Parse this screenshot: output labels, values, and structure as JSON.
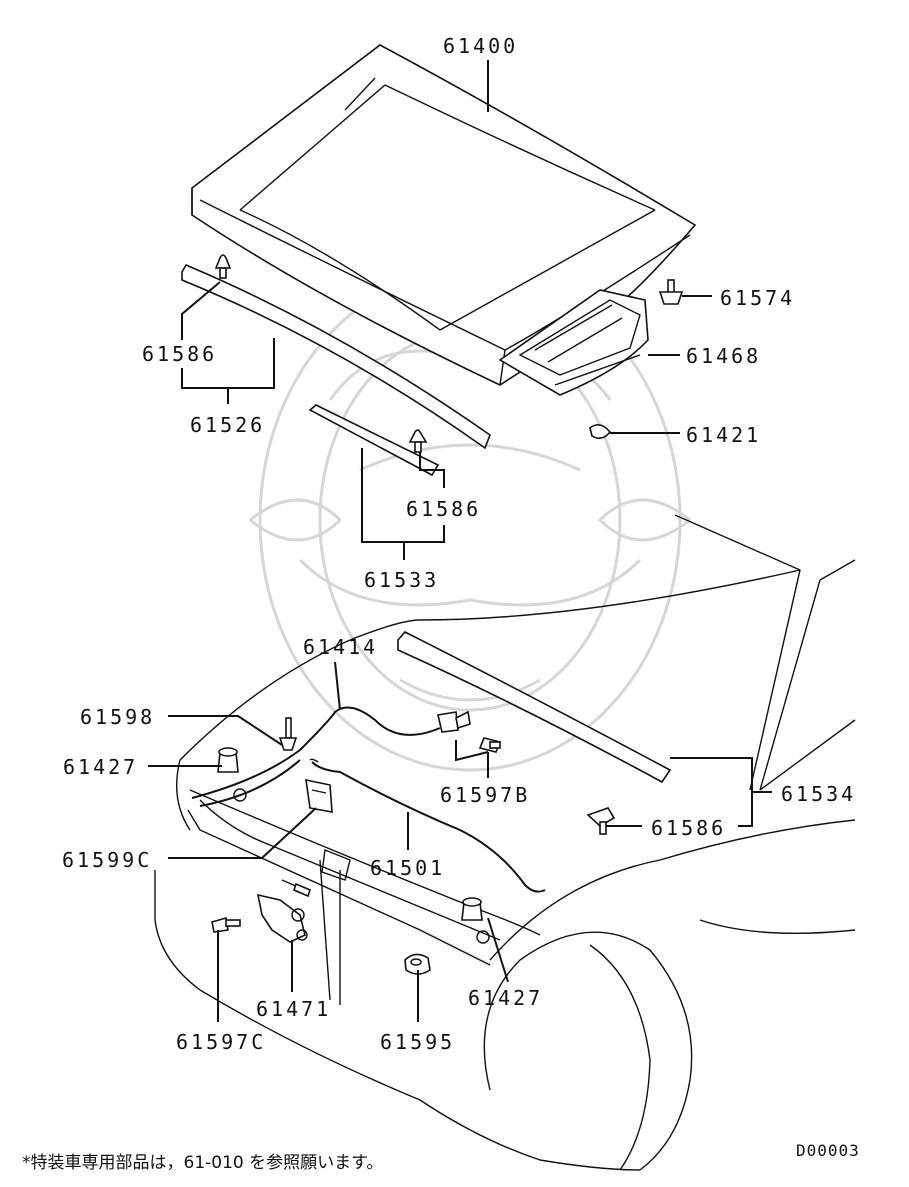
{
  "diagram": {
    "labels": {
      "p61400": "61400",
      "p61574": "61574",
      "p61468": "61468",
      "p61586_top": "61586",
      "p61526": "61526",
      "p61421": "61421",
      "p61586_mid": "61586",
      "p61533": "61533",
      "p61414": "61414",
      "p61598": "61598",
      "p61427_left": "61427",
      "p61597B": "61597B",
      "p61534": "61534",
      "p61586_right": "61586",
      "p61599C": "61599C",
      "p61501": "61501",
      "p61471": "61471",
      "p61427_bottom": "61427",
      "p61597C": "61597C",
      "p61595": "61595"
    },
    "footnote": "*特装車専用部品は，61-010 を参照願います。",
    "ref_code": "D00003",
    "colors": {
      "line": "#111111",
      "watermark": "#d6d6d6",
      "background": "#ffffff"
    }
  }
}
